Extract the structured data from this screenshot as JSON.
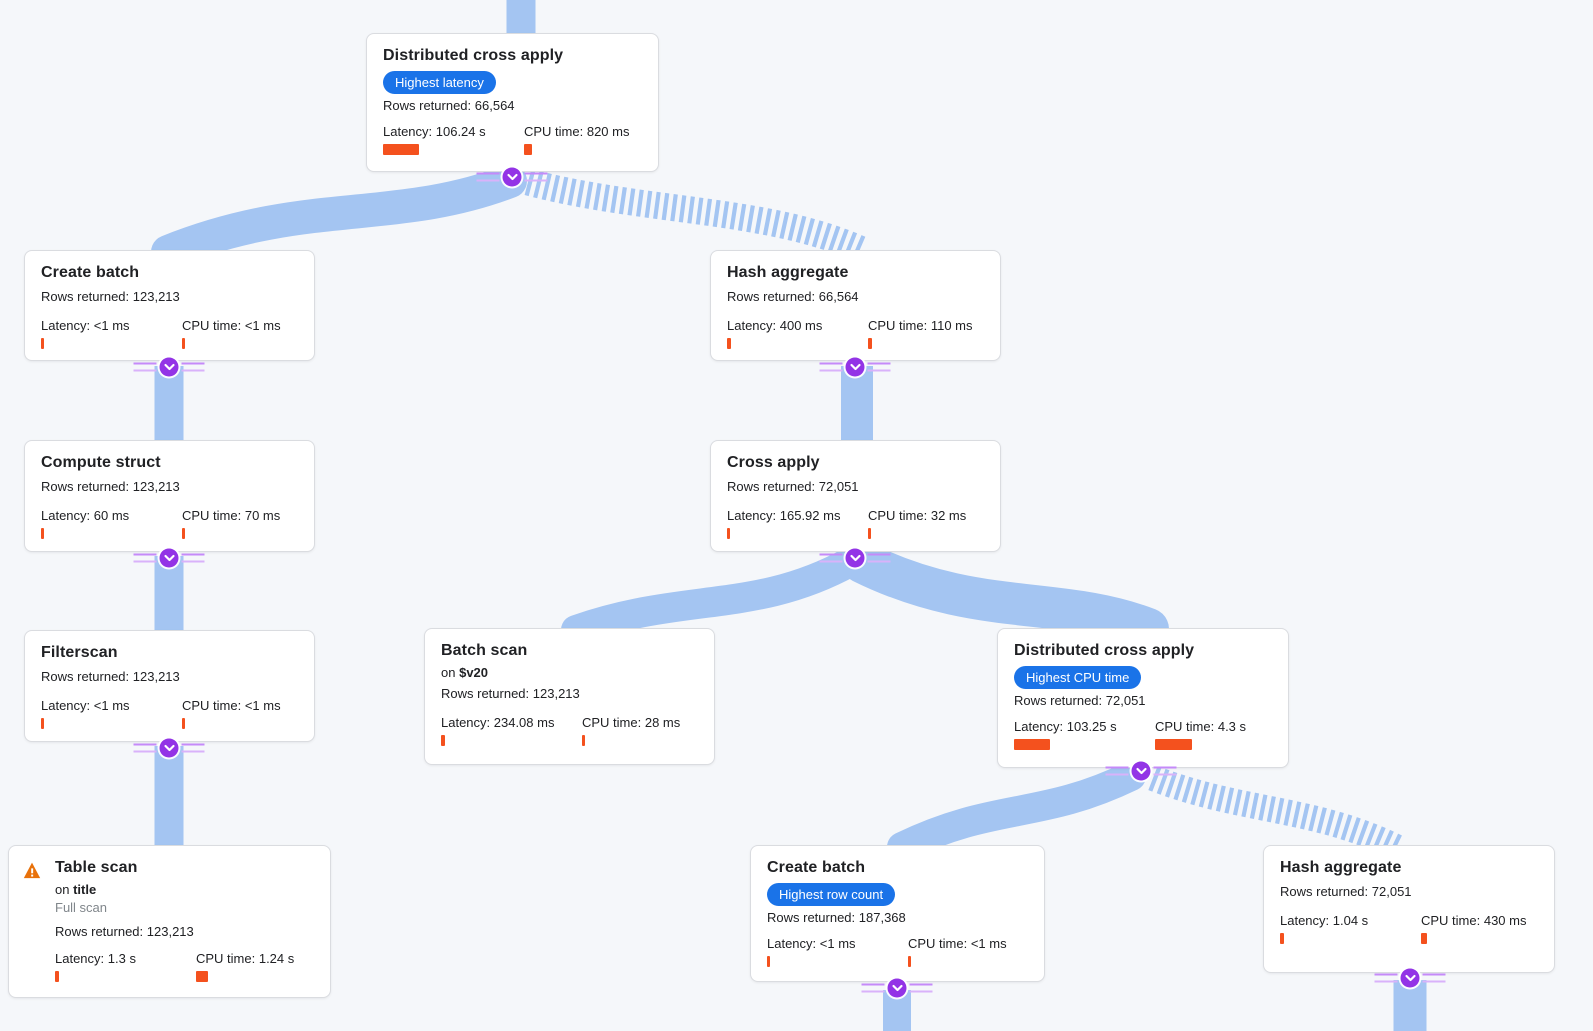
{
  "colors": {
    "background": "#F5F7FA",
    "edge": "#A4C5F2",
    "node_border": "#DADCE0",
    "badge_blue": "#1A73E8",
    "accent_orange": "#F4511E",
    "connector_purple": "#9334E6",
    "connector_line_purple": "#C58AF9",
    "connector_line_purple_light": "#D9B2FA",
    "warning_orange": "#E8710A",
    "muted_text": "#80868B",
    "text": "#202124"
  },
  "icons": {
    "connector": "chevron-down-icon",
    "warning": "warning-triangle-icon"
  },
  "nodes": {
    "dca1": {
      "title": "Distributed cross apply",
      "badge": "Highest latency",
      "rows": "Rows returned: 66,564",
      "latency": "Latency: 106.24 s",
      "cpu": "CPU time: 820 ms",
      "latency_bar": 36,
      "cpu_bar": 8
    },
    "create_batch1": {
      "title": "Create batch",
      "rows": "Rows returned: 123,213",
      "latency": "Latency: <1 ms",
      "cpu": "CPU time: <1 ms",
      "latency_bar": 3,
      "cpu_bar": 3
    },
    "compute_struct": {
      "title": "Compute struct",
      "rows": "Rows returned: 123,213",
      "latency": "Latency: 60 ms",
      "cpu": "CPU time: 70 ms",
      "latency_bar": 3,
      "cpu_bar": 3
    },
    "filterscan": {
      "title": "Filterscan",
      "rows": "Rows returned: 123,213",
      "latency": "Latency: <1 ms",
      "cpu": "CPU time: <1 ms",
      "latency_bar": 3,
      "cpu_bar": 3
    },
    "table_scan": {
      "title": "Table scan",
      "on_prefix": "on",
      "on_target": "title",
      "scan_type": "Full scan",
      "rows": "Rows returned: 123,213",
      "latency": "Latency: 1.3 s",
      "cpu": "CPU time: 1.24 s",
      "latency_bar": 4,
      "cpu_bar": 12
    },
    "hash_aggregate1": {
      "title": "Hash aggregate",
      "rows": "Rows returned: 66,564",
      "latency": "Latency: 400 ms",
      "cpu": "CPU time: 110 ms",
      "latency_bar": 4,
      "cpu_bar": 4
    },
    "cross_apply": {
      "title": "Cross apply",
      "rows": "Rows returned: 72,051",
      "latency": "Latency: 165.92 ms",
      "cpu": "CPU time: 32 ms",
      "latency_bar": 3,
      "cpu_bar": 3
    },
    "batch_scan": {
      "title": "Batch scan",
      "on_prefix": "on",
      "on_target": "$v20",
      "rows": "Rows returned: 123,213",
      "latency": "Latency: 234.08 ms",
      "cpu": "CPU time: 28 ms",
      "latency_bar": 4,
      "cpu_bar": 3
    },
    "dca2": {
      "title": "Distributed cross apply",
      "badge": "Highest CPU time",
      "rows": "Rows returned: 72,051",
      "latency": "Latency: 103.25 s",
      "cpu": "CPU time: 4.3 s",
      "latency_bar": 36,
      "cpu_bar": 37
    },
    "create_batch2": {
      "title": "Create batch",
      "badge": "Highest row count",
      "rows": "Rows returned: 187,368",
      "latency": "Latency: <1 ms",
      "cpu": "CPU time: <1 ms",
      "latency_bar": 3,
      "cpu_bar": 3
    },
    "hash_aggregate2": {
      "title": "Hash aggregate",
      "rows": "Rows returned: 72,051",
      "latency": "Latency: 1.04 s",
      "cpu": "CPU time: 430 ms",
      "latency_bar": 4,
      "cpu_bar": 6
    }
  },
  "edges": [
    {
      "from": "parent-offscreen",
      "to": "dca1",
      "style": "solid"
    },
    {
      "from": "dca1",
      "to": "create_batch1",
      "style": "solid"
    },
    {
      "from": "dca1",
      "to": "hash_aggregate1",
      "style": "striped"
    },
    {
      "from": "create_batch1",
      "to": "compute_struct",
      "style": "solid"
    },
    {
      "from": "compute_struct",
      "to": "filterscan",
      "style": "solid"
    },
    {
      "from": "filterscan",
      "to": "table_scan",
      "style": "solid"
    },
    {
      "from": "hash_aggregate1",
      "to": "cross_apply",
      "style": "solid"
    },
    {
      "from": "cross_apply",
      "to": "batch_scan",
      "style": "solid"
    },
    {
      "from": "cross_apply",
      "to": "dca2",
      "style": "solid"
    },
    {
      "from": "dca2",
      "to": "create_batch2",
      "style": "solid"
    },
    {
      "from": "dca2",
      "to": "hash_aggregate2",
      "style": "striped"
    },
    {
      "from": "create_batch2",
      "to": "child-offscreen",
      "style": "solid"
    },
    {
      "from": "hash_aggregate2",
      "to": "child-offscreen",
      "style": "solid"
    }
  ]
}
